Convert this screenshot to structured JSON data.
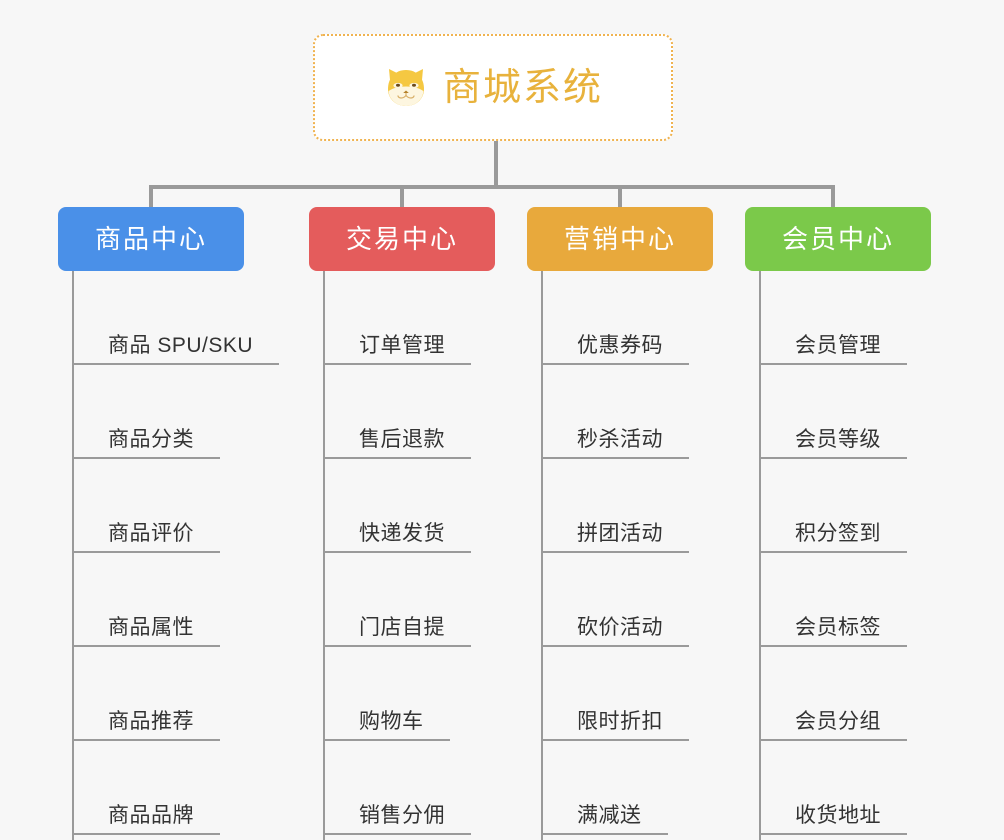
{
  "root": {
    "icon": "shiba-dog-face-icon",
    "title": "商城系统",
    "border_color": "#f0b350",
    "title_color": "#e8b23c"
  },
  "connector_color": "#9a9a9a",
  "background_color": "#f7f7f7",
  "columns": [
    {
      "label": "商品中心",
      "color": "#4a90e8",
      "items": [
        "商品 SPU/SKU",
        "商品分类",
        "商品评价",
        "商品属性",
        "商品推荐",
        "商品品牌"
      ]
    },
    {
      "label": "交易中心",
      "color": "#e45c5c",
      "items": [
        "订单管理",
        "售后退款",
        "快递发货",
        "门店自提",
        "购物车",
        "销售分佣"
      ]
    },
    {
      "label": "营销中心",
      "color": "#e8a93c",
      "items": [
        "优惠券码",
        "秒杀活动",
        "拼团活动",
        "砍价活动",
        "限时折扣",
        "满减送"
      ]
    },
    {
      "label": "会员中心",
      "color": "#7bc94a",
      "items": [
        "会员管理",
        "会员等级",
        "积分签到",
        "会员标签",
        "会员分组",
        "收货地址"
      ]
    }
  ]
}
